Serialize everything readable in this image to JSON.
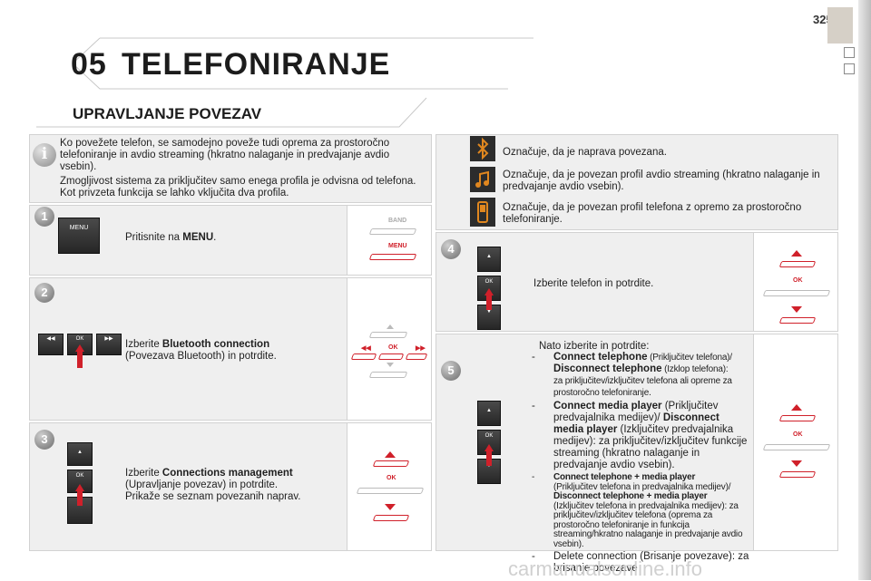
{
  "page_number": "325",
  "chapter": {
    "number": "05",
    "title": "TELEFONIRANJE"
  },
  "section_title": "UPRAVLJANJE POVEZAV",
  "info": {
    "p1": "Ko povežete telefon, se samodejno poveže tudi oprema za prostoročno telefoniranje in avdio streaming (hkratno nalaganje in predvajanje avdio vsebin).",
    "p2": "Zmogljivost sistema za priključitev samo enega profila je odvisna od telefona. Kot privzeta funkcija se lahko vključita dva profila."
  },
  "steps": {
    "s1": {
      "num": "1",
      "key": "MENU",
      "text_a": "Pritisnite na ",
      "text_b": "MENU",
      "text_c": ".",
      "panel_band": "BAND",
      "panel_menu": "MENU"
    },
    "s2": {
      "num": "2",
      "key_ok": "OK",
      "text_a": "Izberite ",
      "text_b": "Bluetooth connection",
      "text_c": "(Povezava Bluetooth) in potrdite.",
      "panel_ok": "OK"
    },
    "s3": {
      "num": "3",
      "key_ok": "OK",
      "text_a": "Izberite ",
      "text_b": "Connections management",
      "text_c": "(Upravljanje povezav) in potrdite.",
      "text_d": "Prikaže se seznam povezanih naprav.",
      "panel_ok": "OK"
    },
    "s4": {
      "num": "4",
      "key_ok": "OK",
      "text": "Izberite telefon in potrdite.",
      "panel_ok": "OK"
    },
    "s5": {
      "num": "5",
      "key_ok": "OK",
      "panel_ok": "OK",
      "intro": "Nato izberite in potrdite:",
      "items": [
        {
          "bold": "Connect telephone",
          "rest": " (Priključitev telefona)/",
          "bold2": "Disconnect telephone",
          "rest2": " (Izklop telefona):",
          "rest3": "za priključitev/izključitev telefona ali opreme za prostoročno telefoniranje."
        },
        {
          "bold": "Connect media player",
          "rest": " (Priključitev predvajalnika medijev)/ ",
          "bold2": "Disconnect media player",
          "rest2": " (Izključitev predvajalnika medijev): za priključitev/izključitev funkcije streaming (hkratno nalaganje in predvajanje avdio vsebin)."
        },
        {
          "bold": "Connect telephone + media player",
          "rest": "(Priključitev telefona in predvajalnika medijev)/",
          "bold2": "Disconnect telephone + media player",
          "rest2": "(Izključitev telefona in predvajalnika medijev): za priključitev/izključitev telefona (oprema za prostoročno telefoniranje in funkcija streaming/hkratno nalaganje in predvajanje avdio vsebin)."
        },
        {
          "bold": "",
          "rest": "Delete connection (Brisanje povezave): za brisanje povezave"
        }
      ]
    }
  },
  "legend": [
    {
      "icon": "bluetooth-icon",
      "text": "Označuje, da je naprava povezana."
    },
    {
      "icon": "music-note-icon",
      "text": "Označuje, da je povezan profil avdio streaming (hkratno nalaganje in predvajanje avdio vsebin)."
    },
    {
      "icon": "phone-icon",
      "text": "Označuje, da je povezan profil telefona z opremo za prostoročno telefoniranje."
    }
  ],
  "colors": {
    "accent_red": "#d0202a",
    "panel_grey": "#efefef",
    "icon_orange": "#e0871f"
  },
  "watermark": "carmanualsonline.info",
  "bullet": "-"
}
